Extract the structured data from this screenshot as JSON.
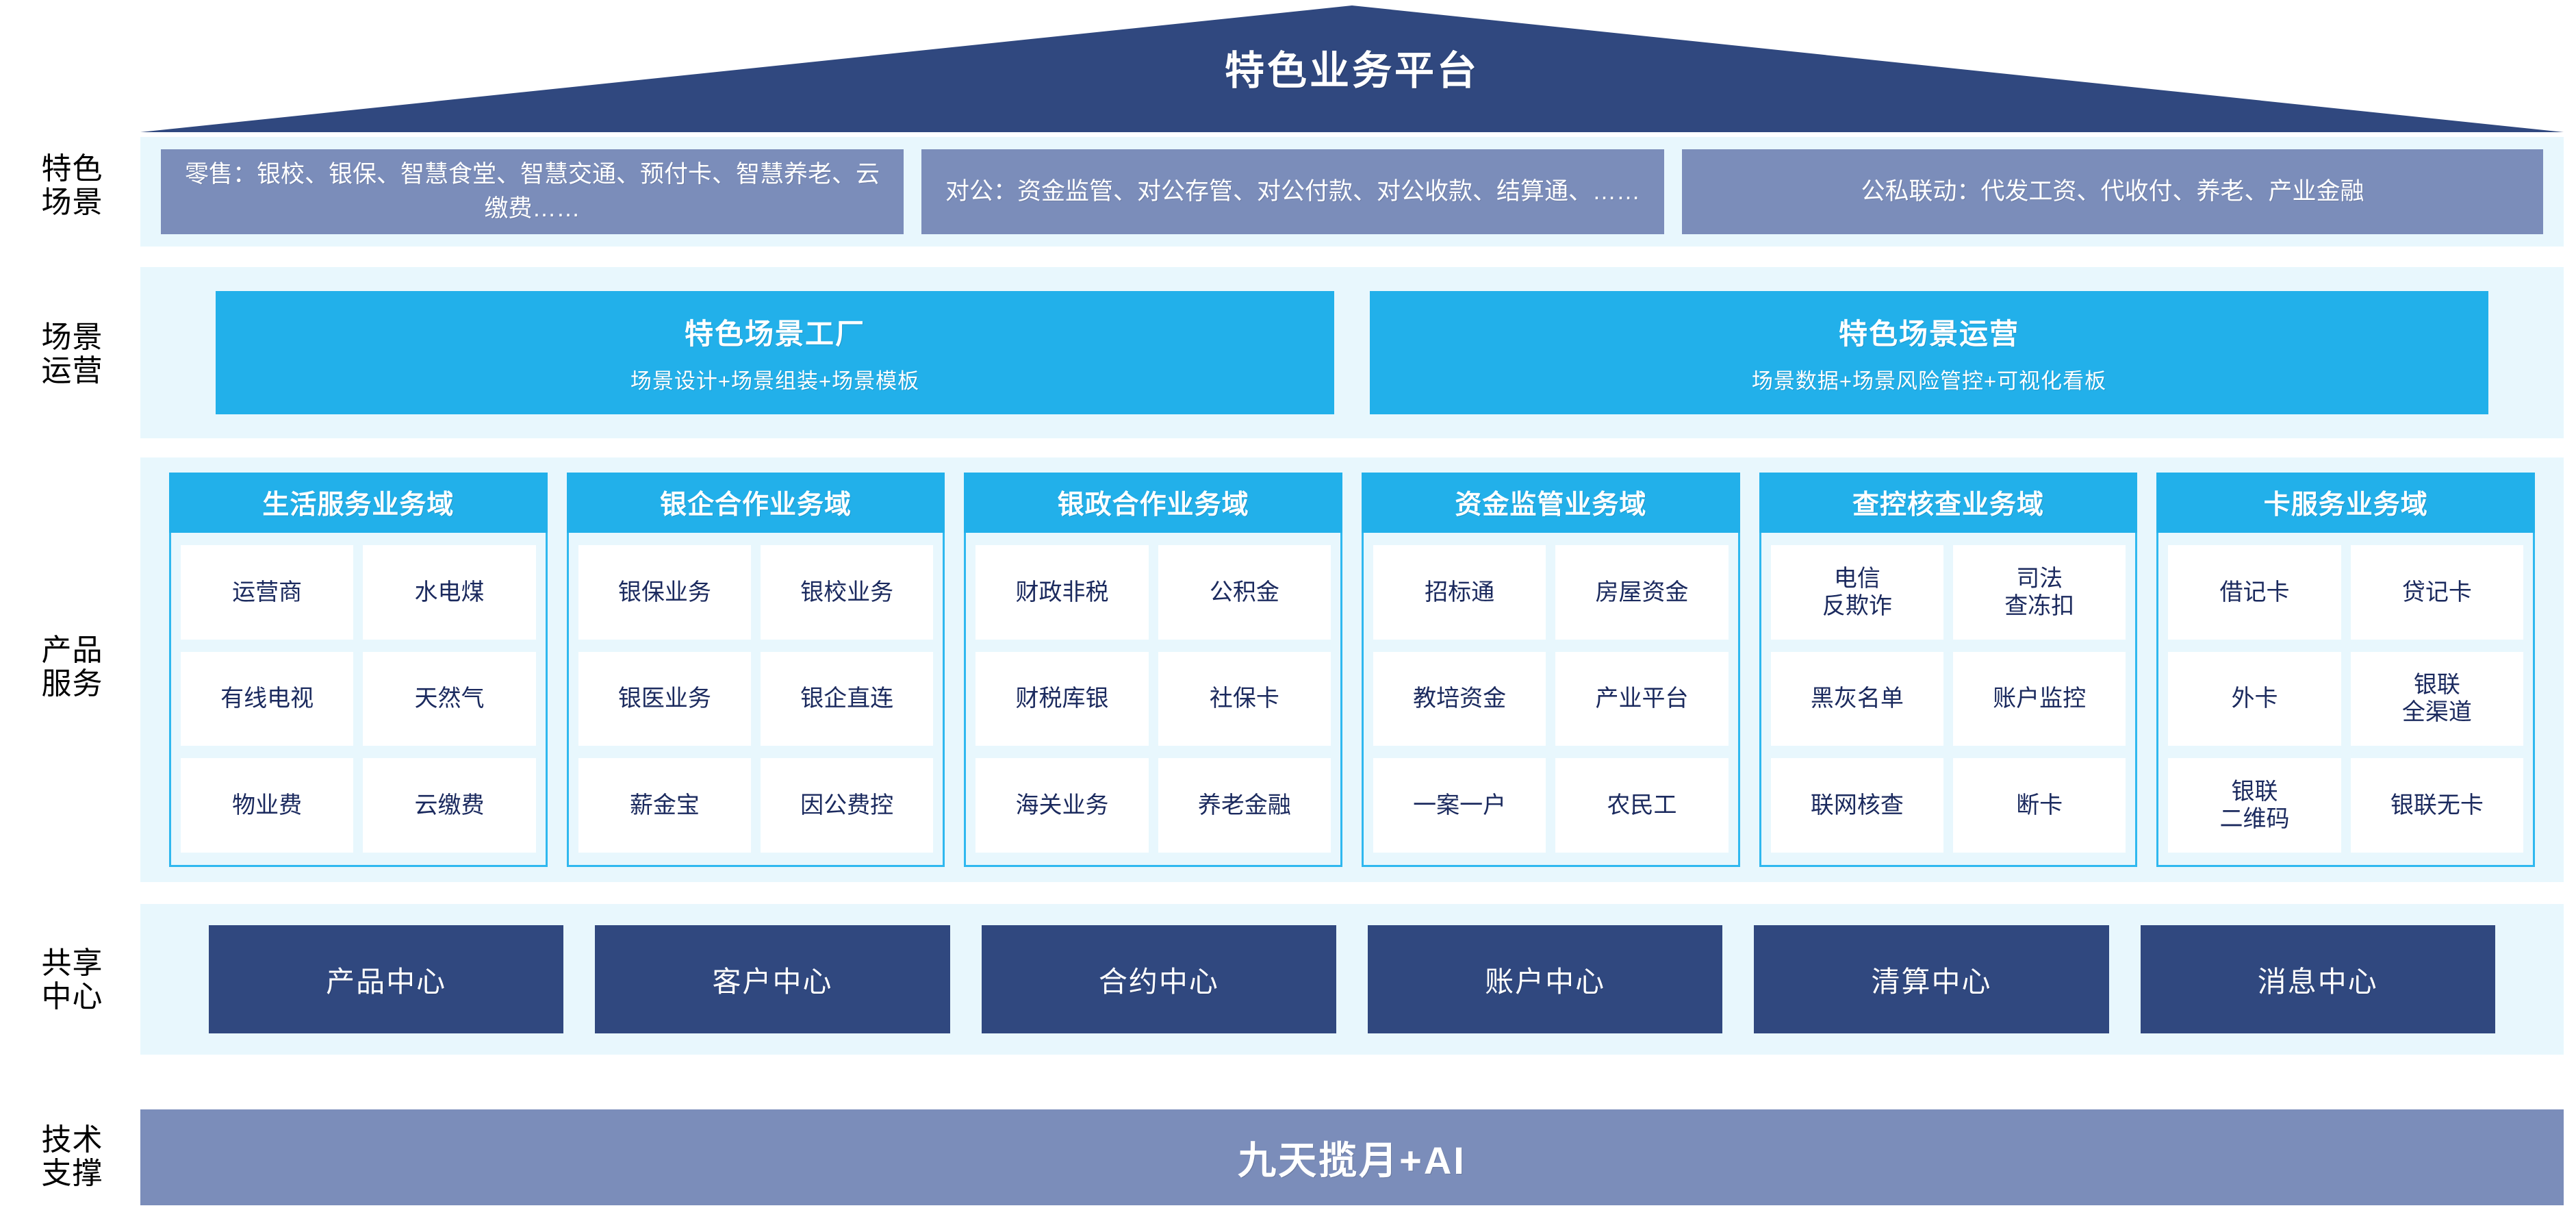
{
  "title": "特色业务平台",
  "colors": {
    "roof": "#30487f",
    "panel_bg": "#e8f7fd",
    "slate": "#7b8dba",
    "cyan": "#22b0ea",
    "navy": "#30487f",
    "cell_text": "#1b2a5e"
  },
  "rows": {
    "scene_label": "特色\n场景",
    "ops_label": "场景\n运营",
    "product_label": "产品\n服务",
    "shared_label": "共享\n中心",
    "tech_label": "技术\n支撑"
  },
  "scenarios": [
    {
      "text": "零售：银校、银保、智慧食堂、智慧交通、预付卡、智慧养老、云缴费……"
    },
    {
      "text": "对公：资金监管、对公存管、对公付款、对公收款、结算通、……"
    },
    {
      "text": "公私联动：代发工资、代收付、养老、产业金融"
    }
  ],
  "operations": [
    {
      "title": "特色场景工厂",
      "subtitle": "场景设计+场景组装+场景模板"
    },
    {
      "title": "特色场景运营",
      "subtitle": "场景数据+场景风险管控+可视化看板"
    }
  ],
  "domains": [
    {
      "title": "生活服务业务域",
      "items": [
        "运营商",
        "水电煤",
        "有线电视",
        "天然气",
        "物业费",
        "云缴费"
      ]
    },
    {
      "title": "银企合作业务域",
      "items": [
        "银保业务",
        "银校业务",
        "银医业务",
        "银企直连",
        "薪金宝",
        "因公费控"
      ]
    },
    {
      "title": "银政合作业务域",
      "items": [
        "财政非税",
        "公积金",
        "财税库银",
        "社保卡",
        "海关业务",
        "养老金融"
      ]
    },
    {
      "title": "资金监管业务域",
      "items": [
        "招标通",
        "房屋资金",
        "教培资金",
        "产业平台",
        "一案一户",
        "农民工"
      ]
    },
    {
      "title": "查控核查业务域",
      "items": [
        "电信\n反欺诈",
        "司法\n查冻扣",
        "黑灰名单",
        "账户监控",
        "联网核查",
        "断卡"
      ]
    },
    {
      "title": "卡服务业务域",
      "items": [
        "借记卡",
        "贷记卡",
        "外卡",
        "银联\n全渠道",
        "银联\n二维码",
        "银联无卡"
      ]
    }
  ],
  "shared_centers": [
    "产品中心",
    "客户中心",
    "合约中心",
    "账户中心",
    "清算中心",
    "消息中心"
  ],
  "tech_support": "九天揽月+AI"
}
